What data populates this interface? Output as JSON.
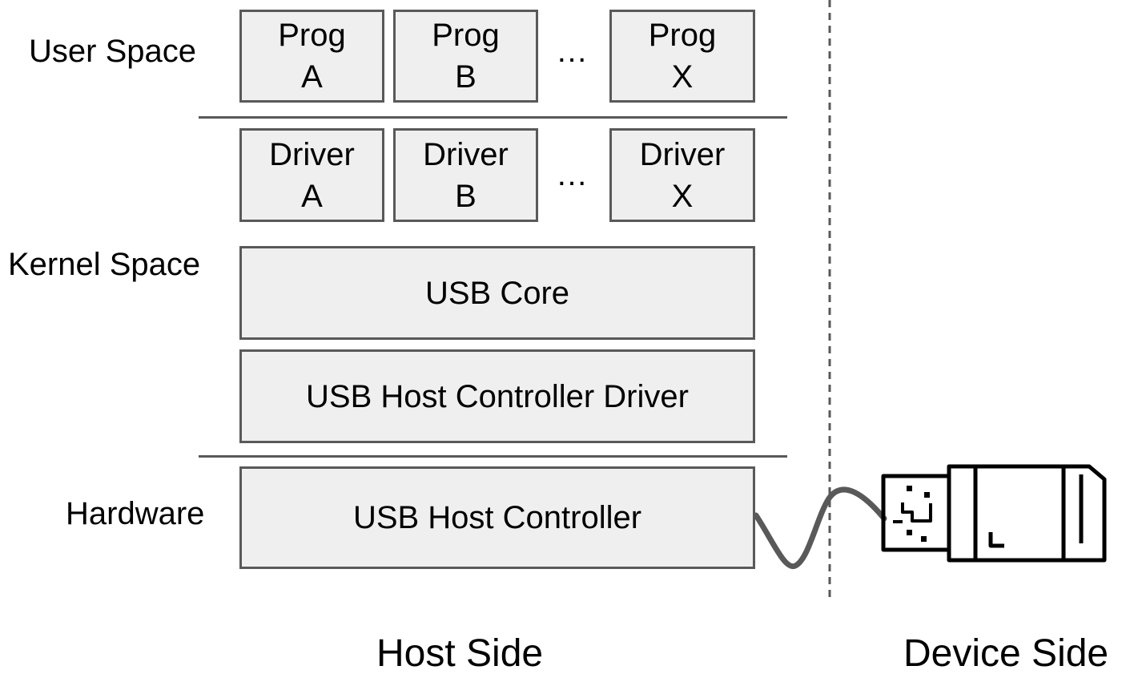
{
  "layers": {
    "user": "User Space",
    "kernel": "Kernel Space",
    "hardware": "Hardware"
  },
  "programs": [
    {
      "line1": "Prog",
      "line2": "A"
    },
    {
      "line1": "Prog",
      "line2": "B"
    },
    {
      "line1": "Prog",
      "line2": "X"
    }
  ],
  "drivers": [
    {
      "line1": "Driver",
      "line2": "A"
    },
    {
      "line1": "Driver",
      "line2": "B"
    },
    {
      "line1": "Driver",
      "line2": "X"
    }
  ],
  "ellipsis": "…",
  "usb_core": "USB Core",
  "usb_hcd": "USB Host Controller Driver",
  "usb_hc": "USB Host Controller",
  "sides": {
    "host": "Host Side",
    "device": "Device Side"
  },
  "colors": {
    "box_fill": "#efefef",
    "box_border": "#595959",
    "line": "#595959",
    "cable": "#595959",
    "text": "#000000"
  },
  "icons": {
    "device": "usb-flash-drive-icon",
    "cable": "usb-cable"
  }
}
